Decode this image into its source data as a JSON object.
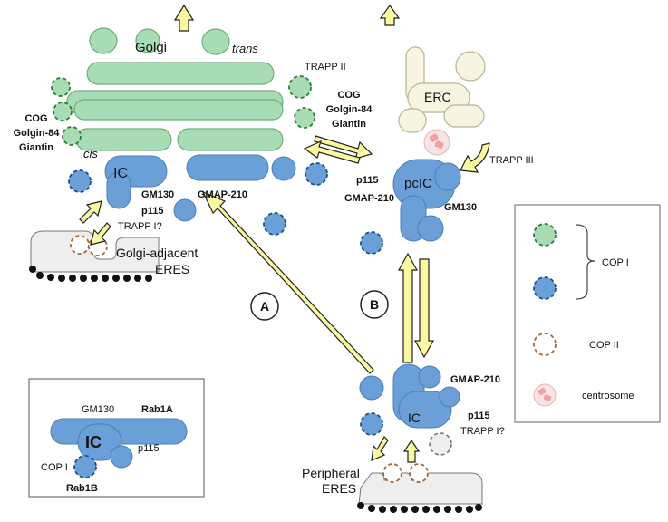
{
  "golgi": {
    "title": "Golgi",
    "trans": "trans",
    "cis": "cis",
    "ic": "IC",
    "gm130": "GM130",
    "gmap210": "GMAP-210",
    "p115": "p115",
    "trapp1": "TRAPP I?",
    "trapp2": "TRAPP II",
    "cog_left": [
      "COG",
      "Golgin-84",
      "Giantin"
    ],
    "cog_right": [
      "COG",
      "Golgin-84",
      "Giantin"
    ],
    "eres": [
      "Golgi-adjacent",
      "ERES"
    ]
  },
  "pcic_panel": {
    "erc": "ERC",
    "trapp3": "TRAPP III",
    "p115": "p115",
    "gmap210": "GMAP-210",
    "pcic": "pcIC",
    "gm130": "GM130"
  },
  "peripheral": {
    "gmap210": "GMAP-210",
    "ic": "IC",
    "p115": "p115",
    "trapp1": "TRAPP I?",
    "eres": [
      "Peripheral",
      "ERES"
    ]
  },
  "routes": {
    "a": "A",
    "b": "B"
  },
  "inset": {
    "gm130": "GM130",
    "rab1a": "Rab1A",
    "ic": "IC",
    "p115": "p115",
    "copi": "COP I",
    "rab1b": "Rab1B"
  },
  "legend": {
    "copi": "COP I",
    "copii": "COP II",
    "centrosome": "centrosome"
  },
  "colors": {
    "golgi_green": "#a8dcb4",
    "ic_blue": "#6a9fd8",
    "arrow_yellow": "#fcf8a0",
    "erc_cream": "#f7f5e2",
    "copi_green_border": "#2e7d32",
    "copi_blue_border": "#1e4f8a",
    "copii_border": "#9a6a3a",
    "centrosome_pink": "#f2b2b2"
  }
}
